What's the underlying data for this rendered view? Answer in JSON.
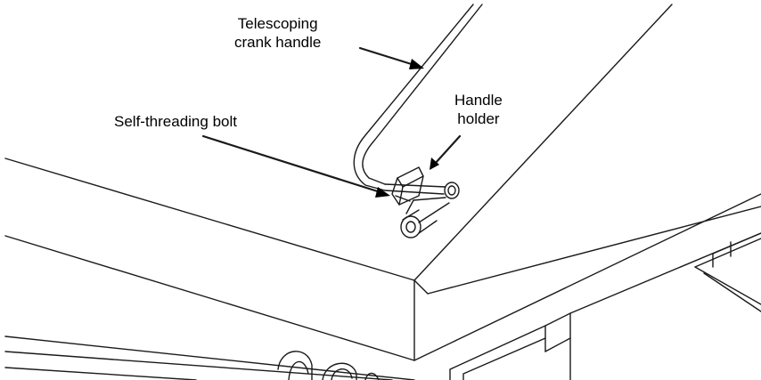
{
  "labels": {
    "crank_handle": [
      "Telescoping",
      "crank handle"
    ],
    "handle_holder": [
      "Handle",
      "holder"
    ],
    "self_threading_bolt": "Self-threading bolt"
  },
  "colors": {
    "line": "#1a1a1a",
    "background": "#ffffff"
  }
}
